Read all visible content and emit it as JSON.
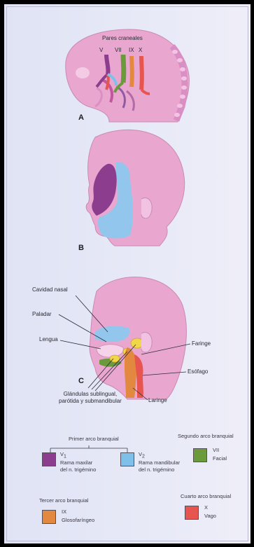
{
  "panel_a": {
    "letter": "A",
    "title": "Pares craneales",
    "nerves": [
      "V",
      "VII",
      "IX",
      "X"
    ]
  },
  "panel_b": {
    "letter": "B"
  },
  "panel_c": {
    "letter": "C",
    "labels": {
      "nasal_cavity": "Cavidad nasal",
      "palate": "Paladar",
      "tongue": "Lengua",
      "pharynx": "Faringe",
      "esophagus": "Esófago",
      "larynx": "Laringe",
      "glands": "Glándulas sublingual,\nparótida y submandibular"
    }
  },
  "legend": {
    "first_arch": {
      "title": "Primer arco branquial",
      "v1": {
        "symbol": "V",
        "sub": "1",
        "text": "Rama maxilar\ndel n. trigémino",
        "color": "#8c3d8e"
      },
      "v2": {
        "symbol": "V",
        "sub": "2",
        "text": "Rama mandibular\ndel n. trigémino",
        "color": "#7fc0ea"
      }
    },
    "second_arch": {
      "title": "Segundo arco branquial",
      "symbol": "VII",
      "text": "Facial",
      "color": "#6a9a3a"
    },
    "third_arch": {
      "title": "Tercer arco branquial",
      "symbol": "IX",
      "text": "Glosofaríngeo",
      "color": "#e3893f"
    },
    "fourth_arch": {
      "title": "Cuarto arco branquial",
      "symbol": "X",
      "text": "Vago",
      "color": "#e8544e"
    }
  },
  "colors": {
    "skin_pink": "#e9a7d0",
    "skin_light": "#f1c2e2",
    "face_purple": "#8c3d8e",
    "face_blue": "#93c6ec",
    "nerve_green": "#6a9a3a",
    "nerve_orange": "#e3893f",
    "nerve_red": "#e8544e",
    "gland_yellow": "#f1d64a"
  }
}
